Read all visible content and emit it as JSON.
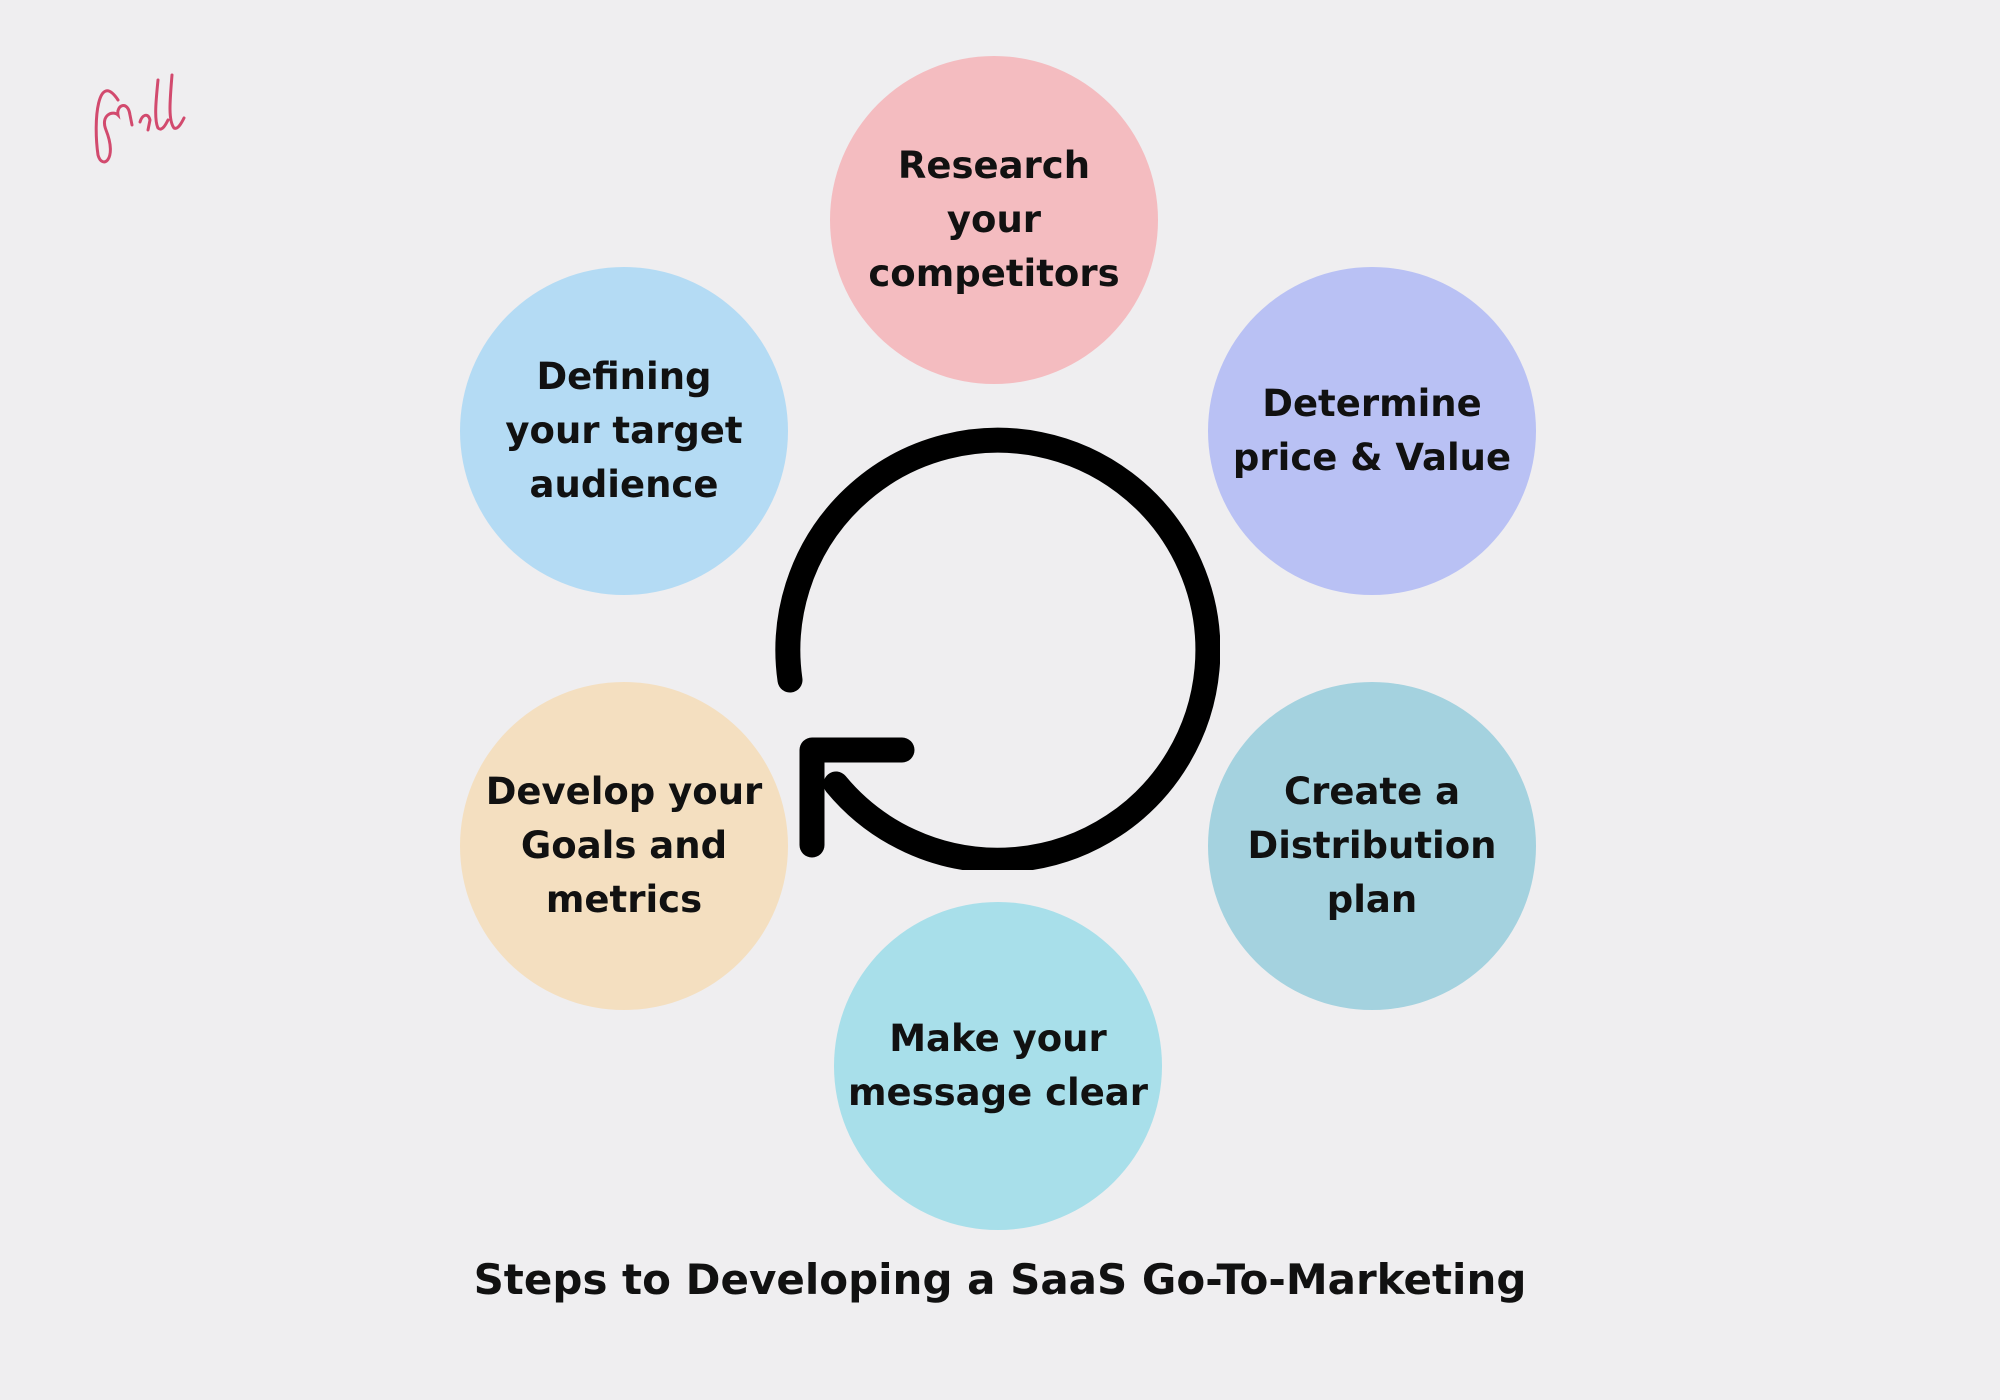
{
  "logo": {
    "text": "frill",
    "icon": "frill-logo",
    "color": "#d24a6e"
  },
  "diagram": {
    "center_icon": "cycle-arrow-icon",
    "steps": [
      {
        "id": "research",
        "label": "Research\nyour\ncompetitors",
        "color": "#f4bcc0"
      },
      {
        "id": "price",
        "label": "Determine\nprice & Value",
        "color": "#b9c1f4"
      },
      {
        "id": "distribution",
        "label": "Create a\nDistribution\nplan",
        "color": "#a4d2df"
      },
      {
        "id": "message",
        "label": "Make your\nmessage clear",
        "color": "#a8dfea"
      },
      {
        "id": "goals",
        "label": "Develop your\nGoals and\nmetrics",
        "color": "#f4dfc0"
      },
      {
        "id": "audience",
        "label": "Defining\nyour target\naudience",
        "color": "#b4dbf4"
      }
    ]
  },
  "caption": "Steps to Developing a SaaS Go-To-Marketing"
}
